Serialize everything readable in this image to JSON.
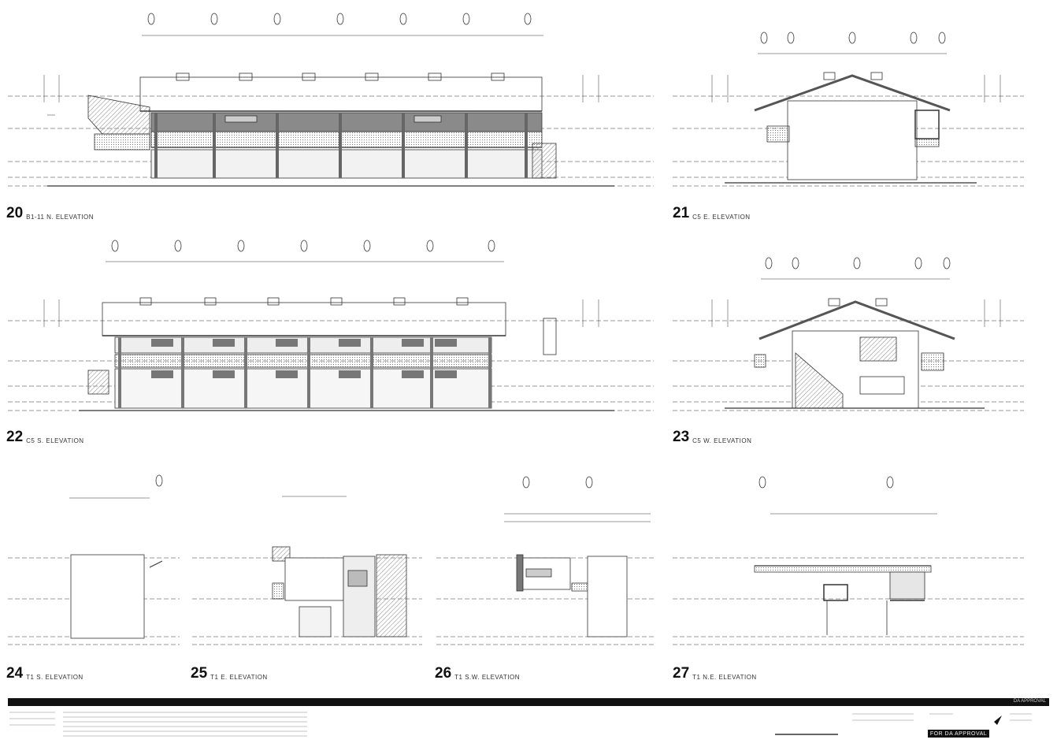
{
  "sheet": {
    "views": [
      {
        "id": "20",
        "title": "B1-11 N. ELEVATION"
      },
      {
        "id": "21",
        "title": "C5 E. ELEVATION"
      },
      {
        "id": "22",
        "title": "C5 S. ELEVATION"
      },
      {
        "id": "23",
        "title": "C5 W. ELEVATION"
      },
      {
        "id": "24",
        "title": "T1 S. ELEVATION"
      },
      {
        "id": "25",
        "title": "T1 E. ELEVATION"
      },
      {
        "id": "26",
        "title": "T1 S.W. ELEVATION"
      },
      {
        "id": "27",
        "title": "T1 N.E. ELEVATION"
      }
    ],
    "titleblock": {
      "status_top": "DA APPROVAL",
      "stamp": "FOR DA APPROVAL"
    }
  },
  "colors": {
    "line": "#333333",
    "roof": "#555555",
    "hatch": "#999999",
    "accent": "#111111"
  }
}
